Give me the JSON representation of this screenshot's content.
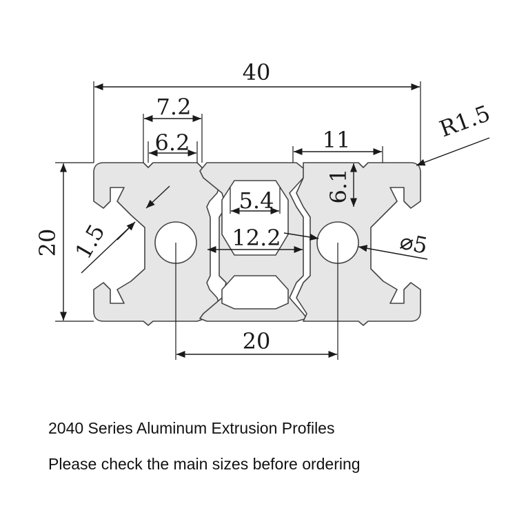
{
  "drawing": {
    "dim_width": "40",
    "dim_height": "20",
    "dim_slot_outer": "7.2",
    "dim_slot_inner": "6.2",
    "dim_slot_width": "11",
    "dim_slot_depth": "6.1",
    "dim_radius": "R1.5",
    "dim_wall": "1.5",
    "dim_center_gap": "5.4",
    "dim_center_width": "12.2",
    "dim_hole": "⌀5",
    "dim_hole_spacing": "20"
  },
  "captions": {
    "title": "2040 Series Aluminum Extrusion Profiles",
    "note": "Please check the main sizes before ordering"
  },
  "colors": {
    "profile_fill": "#e6e6e6",
    "outline": "#444444"
  }
}
